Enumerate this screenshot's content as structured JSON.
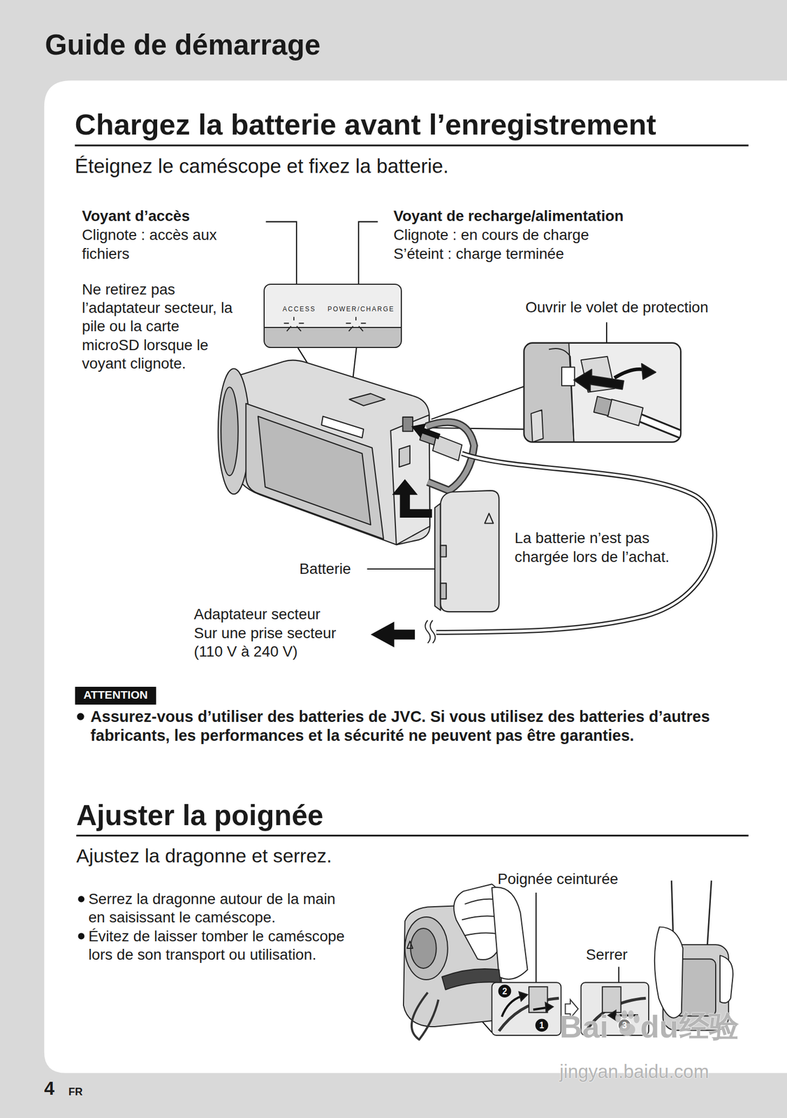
{
  "diagram": {
    "title": "Guide de démarrage",
    "nodes": [
      {
        "text": [
          "ACCESS",
          "POWER/CHARGE"
        ]
      },
      {
        "text": [
          "ATTENTION"
        ]
      }
    ],
    "labels": [
      "Chargez la batterie avant l’enregistrement",
      "Éteignez le caméscope et fixez la batterie.",
      "Voyant d’accès",
      "Clignote : accès aux fichiers",
      "Ne retirez pas l’adaptateur secteur, la pile ou la carte microSD lorsque le voyant clignote.",
      "Voyant de recharge/alimentation",
      "Clignote : en cours de charge",
      "S’éteint : charge terminée",
      "Ouvrir le volet de protection",
      "La batterie n’est pas chargée lors de l’achat.",
      "Batterie",
      "Adaptateur secteur",
      "Sur une prise secteur",
      "(110 V à 240 V)",
      "Assurez-vous d’utiliser des batteries de JVC. Si vous utilisez des batteries d’autres fabricants, les performances et la sécurité ne peuvent pas être garanties.",
      "Ajuster la poignée",
      "Ajustez la dragonne et serrez.",
      "Serrez la dragonne autour de la main en saisissant le caméscope.",
      "Évitez de laisser tomber le caméscope lors de son transport ou utilisation.",
      "Poignée ceinturée",
      "Serrer",
      "2",
      "1",
      "3",
      "4",
      "FR",
      "Bai",
      "du",
      "经验",
      "jingyan.baidu.com"
    ]
  }
}
